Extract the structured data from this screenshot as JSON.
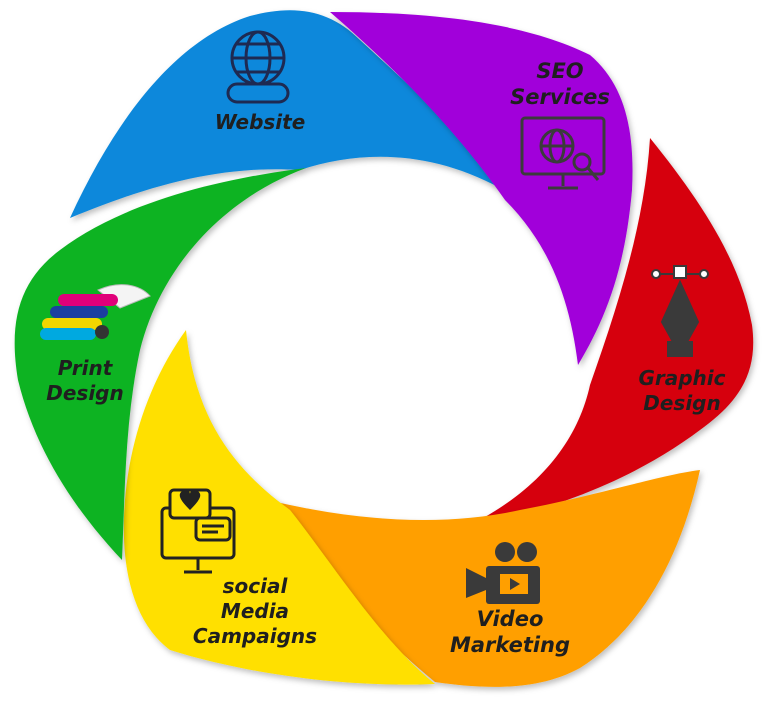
{
  "segments": [
    {
      "id": "website",
      "color": "#0a88db",
      "label_lines": [
        "Website"
      ],
      "icon": "globe-www-icon"
    },
    {
      "id": "seo",
      "color": "#a100da",
      "label_lines": [
        "SEO",
        "Services"
      ],
      "icon": "monitor-globe-search-icon"
    },
    {
      "id": "graphic",
      "color": "#d6000a",
      "label_lines": [
        "Graphic",
        "Design"
      ],
      "icon": "pen-nib-vector-icon"
    },
    {
      "id": "video",
      "color": "#ff9f00",
      "label_lines": [
        "Video",
        "Marketing"
      ],
      "icon": "video-camera-icon"
    },
    {
      "id": "social",
      "color": "#ffe000",
      "label_lines": [
        "social",
        "Media",
        "Campaigns"
      ],
      "icon": "monitor-chat-heart-icon"
    },
    {
      "id": "print",
      "color": "#10b324",
      "label_lines": [
        "Print",
        "Design"
      ],
      "icon": "printer-rolls-icon"
    }
  ]
}
